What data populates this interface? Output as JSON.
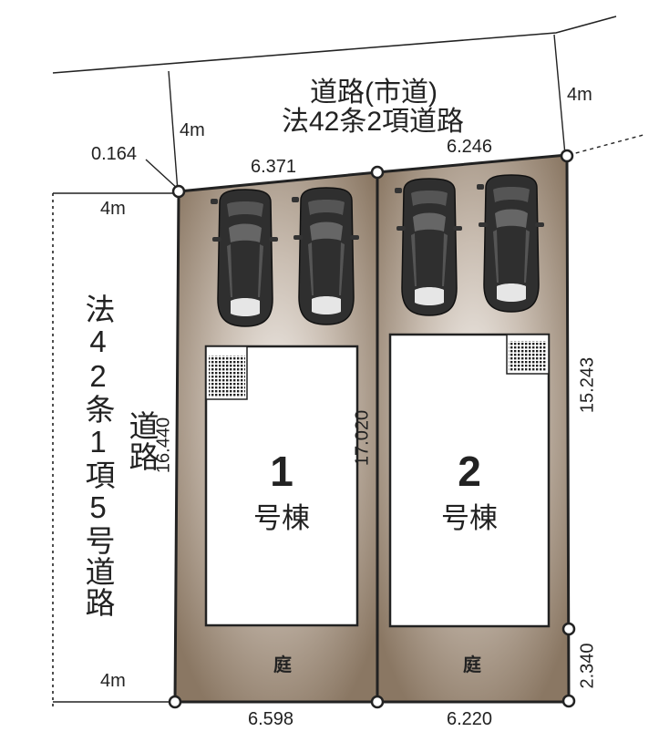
{
  "north_road": {
    "line1": "道路(市道)",
    "line2": "法42条2項道路",
    "width_left": "4m",
    "width_right": "4m"
  },
  "west_road": {
    "line1": "法42条1項5号道路",
    "line2": "道路",
    "width_top": "4m",
    "width_bottom": "4m"
  },
  "corner_cut": "0.164",
  "dimensions": {
    "top_lot1": "6.371",
    "top_lot2": "6.246",
    "bottom_lot1": "6.598",
    "bottom_lot2": "6.220",
    "left_side": "16.440",
    "center_line": "17.020",
    "right_side": "15.243",
    "right_bottom": "2.340"
  },
  "lots": [
    {
      "number": "1",
      "name": "号棟",
      "garden": "庭"
    },
    {
      "number": "2",
      "name": "号棟",
      "garden": "庭"
    }
  ],
  "colors": {
    "lot_fill": "#8f7e6a",
    "lot_center": "#e8e2dc",
    "outline": "#222222",
    "car": "#3a3a3a"
  }
}
